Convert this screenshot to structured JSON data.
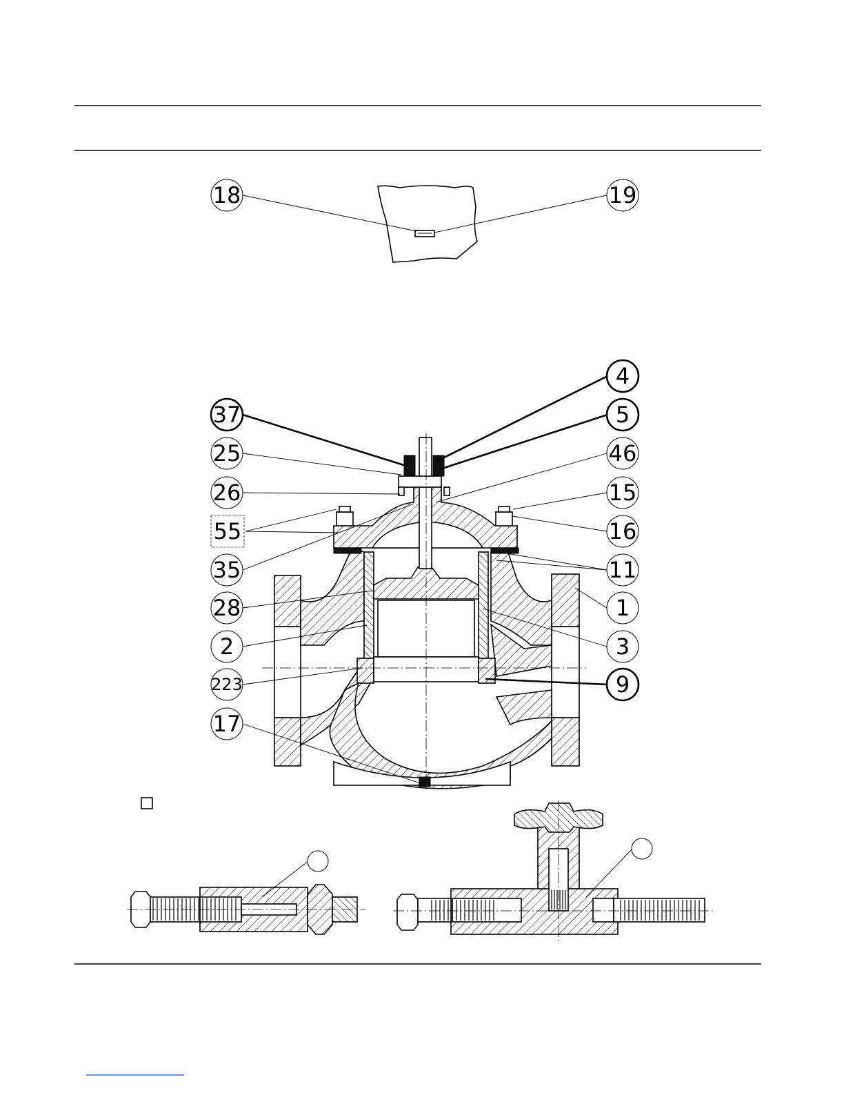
{
  "callouts": {
    "c18": "18",
    "c19": "19",
    "c4": "4",
    "c5": "5",
    "c37": "37",
    "c25": "25",
    "c46": "46",
    "c26": "26",
    "c15": "15",
    "c55": "55",
    "c16": "16",
    "c35": "35",
    "c11": "11",
    "c28": "28",
    "c1": "1",
    "c2": "2",
    "c3": "3",
    "c223": "223",
    "c9": "9",
    "c17": "17",
    "option_a": "",
    "option_b": ""
  },
  "colors": {
    "line": "#000000",
    "background": "#ffffff",
    "footer_link": "#1f4fd8"
  }
}
